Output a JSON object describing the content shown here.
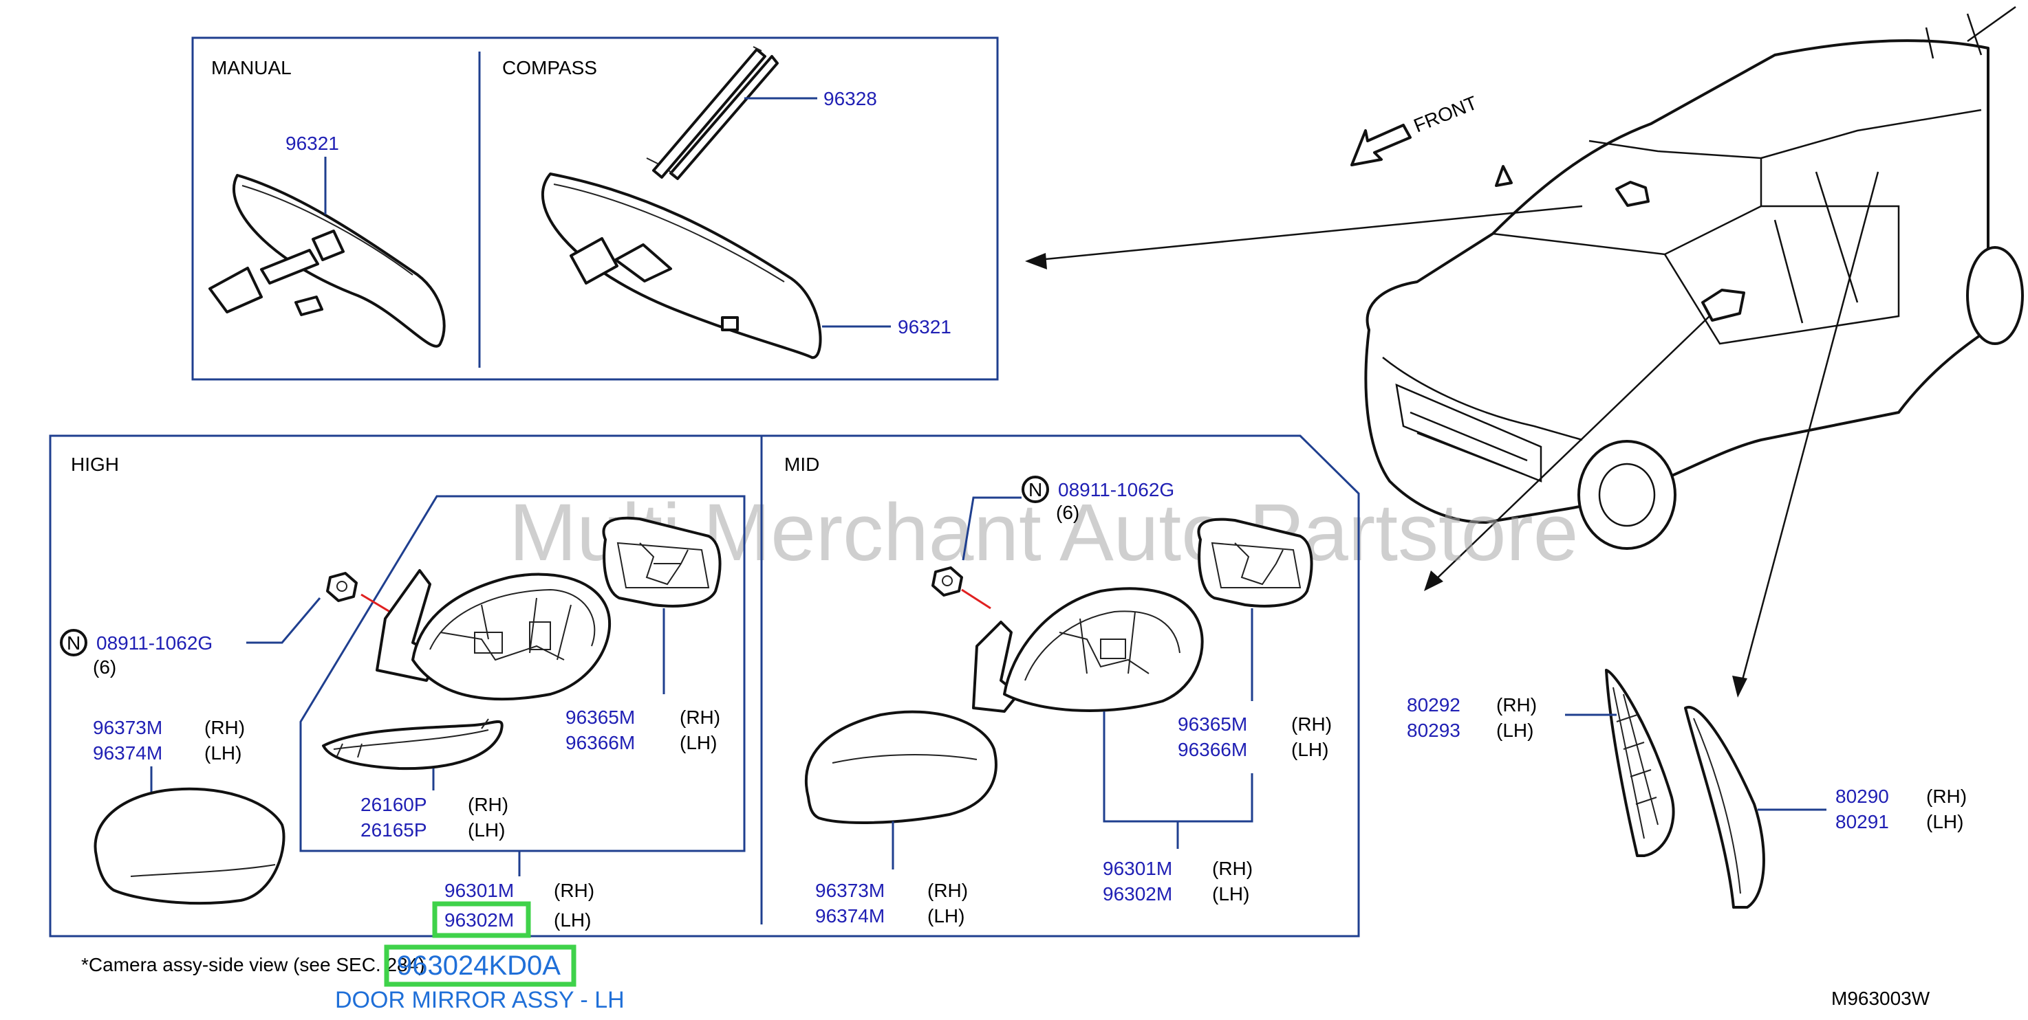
{
  "sections": {
    "manual": "MANUAL",
    "compass": "COMPASS",
    "high": "HIGH",
    "mid": "MID",
    "front": "FRONT"
  },
  "parts": {
    "p96321_manual": "96321",
    "p96328": "96328",
    "p96321_compass": "96321",
    "high_nut_code": "08911-1062G",
    "high_nut_qty": "(6)",
    "high_cover_rh": "96373M",
    "high_cover_lh": "96374M",
    "high_lamp_rh": "26160P",
    "high_lamp_lh": "26165P",
    "high_glass_rh": "96365M",
    "high_glass_lh": "96366M",
    "high_assy_rh": "96301M",
    "high_assy_lh": "96302M",
    "mid_nut_code": "08911-1062G",
    "mid_nut_qty": "(6)",
    "mid_cover_rh": "96373M",
    "mid_cover_lh": "96374M",
    "mid_glass_rh": "96365M",
    "mid_glass_lh": "96366M",
    "mid_assy_rh": "96301M",
    "mid_assy_lh": "96302M",
    "trim_a_rh": "80292",
    "trim_a_lh": "80293",
    "trim_b_rh": "80290",
    "trim_b_lh": "80291"
  },
  "side": {
    "rh": "(RH)",
    "lh": "(LH)"
  },
  "n_marker": "N",
  "footnote": "*Camera   assy-side   view   (see   SEC.   284)",
  "selected": {
    "part_number": "963024KD0A",
    "name": "DOOR MIRROR ASSY - LH"
  },
  "diagram_code": "M963003W",
  "watermark": "Multi Merchant Auto Partstore",
  "colors": {
    "part_number": "#1f1fb4",
    "frame": "#1f3f8f",
    "highlight": "#3fd24a",
    "selection_text": "#1f6fd8"
  }
}
